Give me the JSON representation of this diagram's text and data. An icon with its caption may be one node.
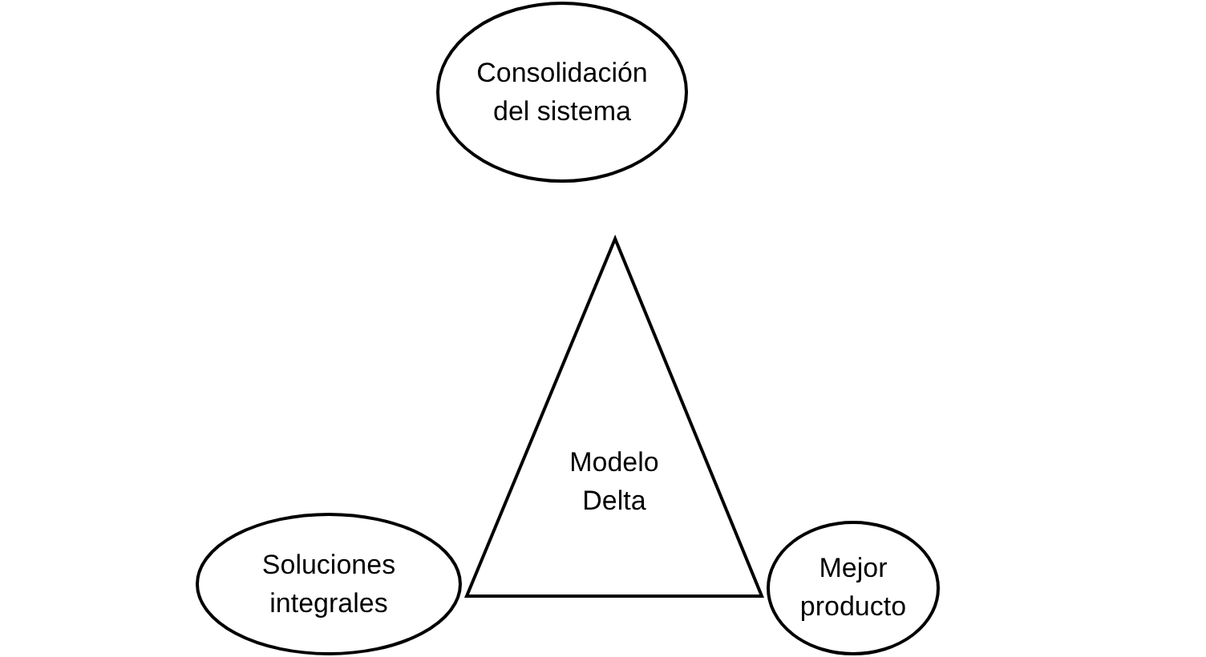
{
  "diagram": {
    "nodes": [
      {
        "text": [
          "Consolidación del sistema"
        ]
      },
      {
        "text": [
          "Modelo Delta"
        ]
      },
      {
        "text": [
          "Soluciones integrales"
        ]
      },
      {
        "text": [
          "Mejor producto"
        ]
      }
    ]
  }
}
